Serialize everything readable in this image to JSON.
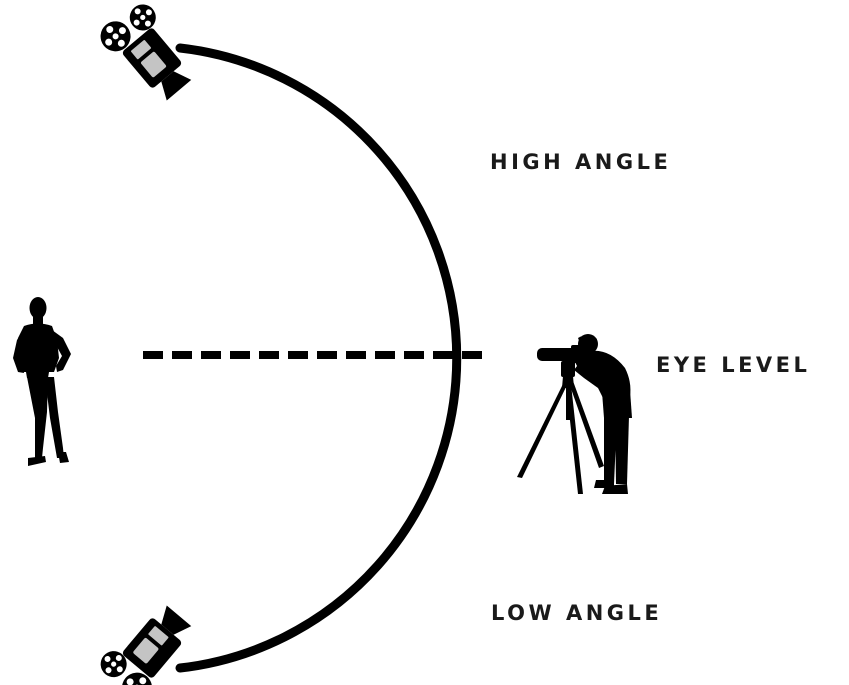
{
  "labels": {
    "high_angle": "HIGH ANGLE",
    "eye_level": "EYE LEVEL",
    "low_angle": "LOW ANGLE"
  },
  "icons": {
    "subject": "standing-person-icon",
    "camera_top": "film-camera-icon",
    "camera_bottom": "film-camera-icon",
    "photographer": "photographer-tripod-icon"
  },
  "colors": {
    "ink": "#000000",
    "text": "#1a1a1a",
    "camera_screen": "#c4c4c4",
    "background": "#ffffff"
  }
}
